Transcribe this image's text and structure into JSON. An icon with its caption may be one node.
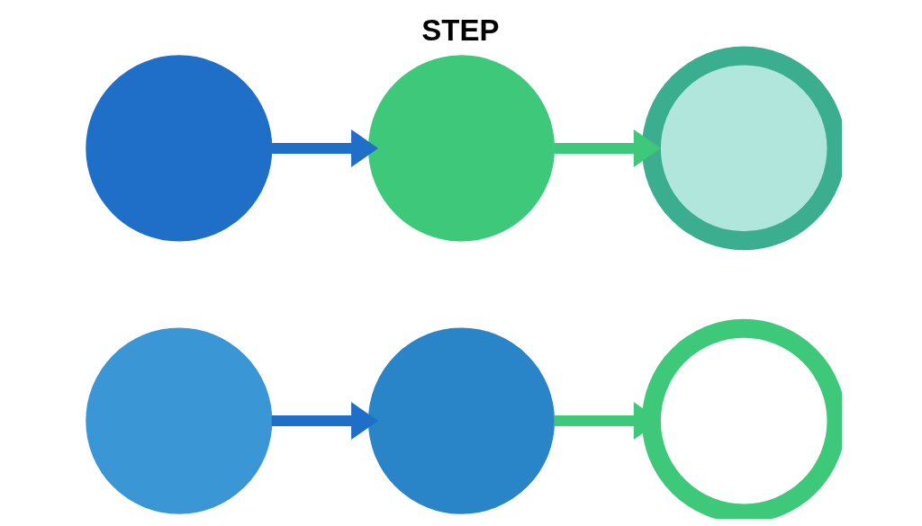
{
  "diagram": {
    "title": "STEP",
    "nodes": [
      {
        "text": [],
        "shape": "circle"
      },
      {
        "text": [],
        "shape": "circle"
      },
      {
        "text": [],
        "shape": "circle"
      },
      {
        "text": [],
        "shape": "circle"
      },
      {
        "text": [],
        "shape": "circle"
      },
      {
        "text": [],
        "shape": "circle"
      }
    ],
    "edges": [
      {
        "from": 0,
        "to": 1,
        "arrow": "to"
      },
      {
        "from": 1,
        "to": 2,
        "arrow": "to",
        "color": "#3ec97a"
      },
      {
        "from": 3,
        "to": 4,
        "arrow": "to"
      },
      {
        "from": 4,
        "to": 5,
        "arrow": "to",
        "color": "#3ec97a"
      }
    ]
  }
}
